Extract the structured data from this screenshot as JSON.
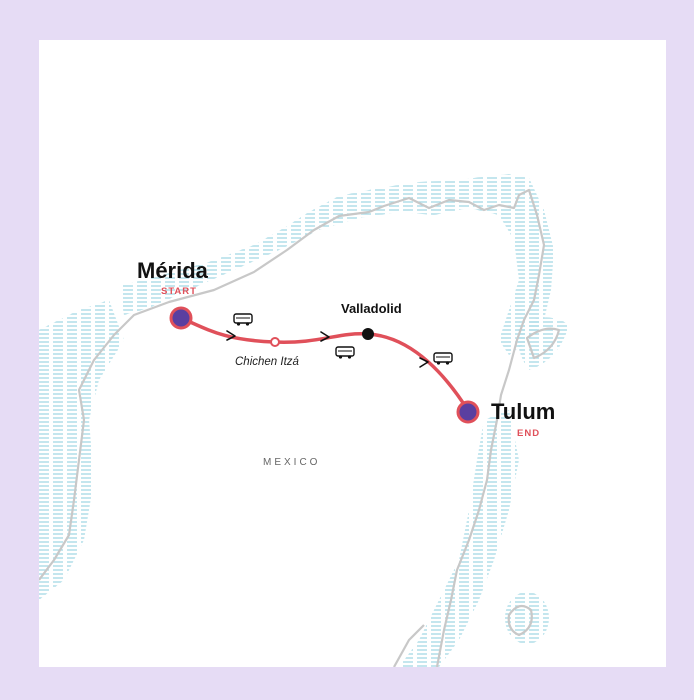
{
  "map": {
    "country_label": "MEXICO",
    "start": {
      "name": "Mérida",
      "tag": "START"
    },
    "end": {
      "name": "Tulum",
      "tag": "END"
    },
    "stops": [
      {
        "name": "Valladolid",
        "type": "city"
      },
      {
        "name": "Chichen Itzá",
        "type": "point-of-interest"
      }
    ],
    "transport": [
      "bus-icon",
      "bus-icon",
      "bus-icon"
    ],
    "colors": {
      "background": "#e6dcf5",
      "route": "#e0505a",
      "endpoint_fill": "#5a3fa0",
      "coast": "#c8c8c8",
      "water_hatch": "#9fd6e3",
      "tag_text": "#e0505a"
    }
  }
}
